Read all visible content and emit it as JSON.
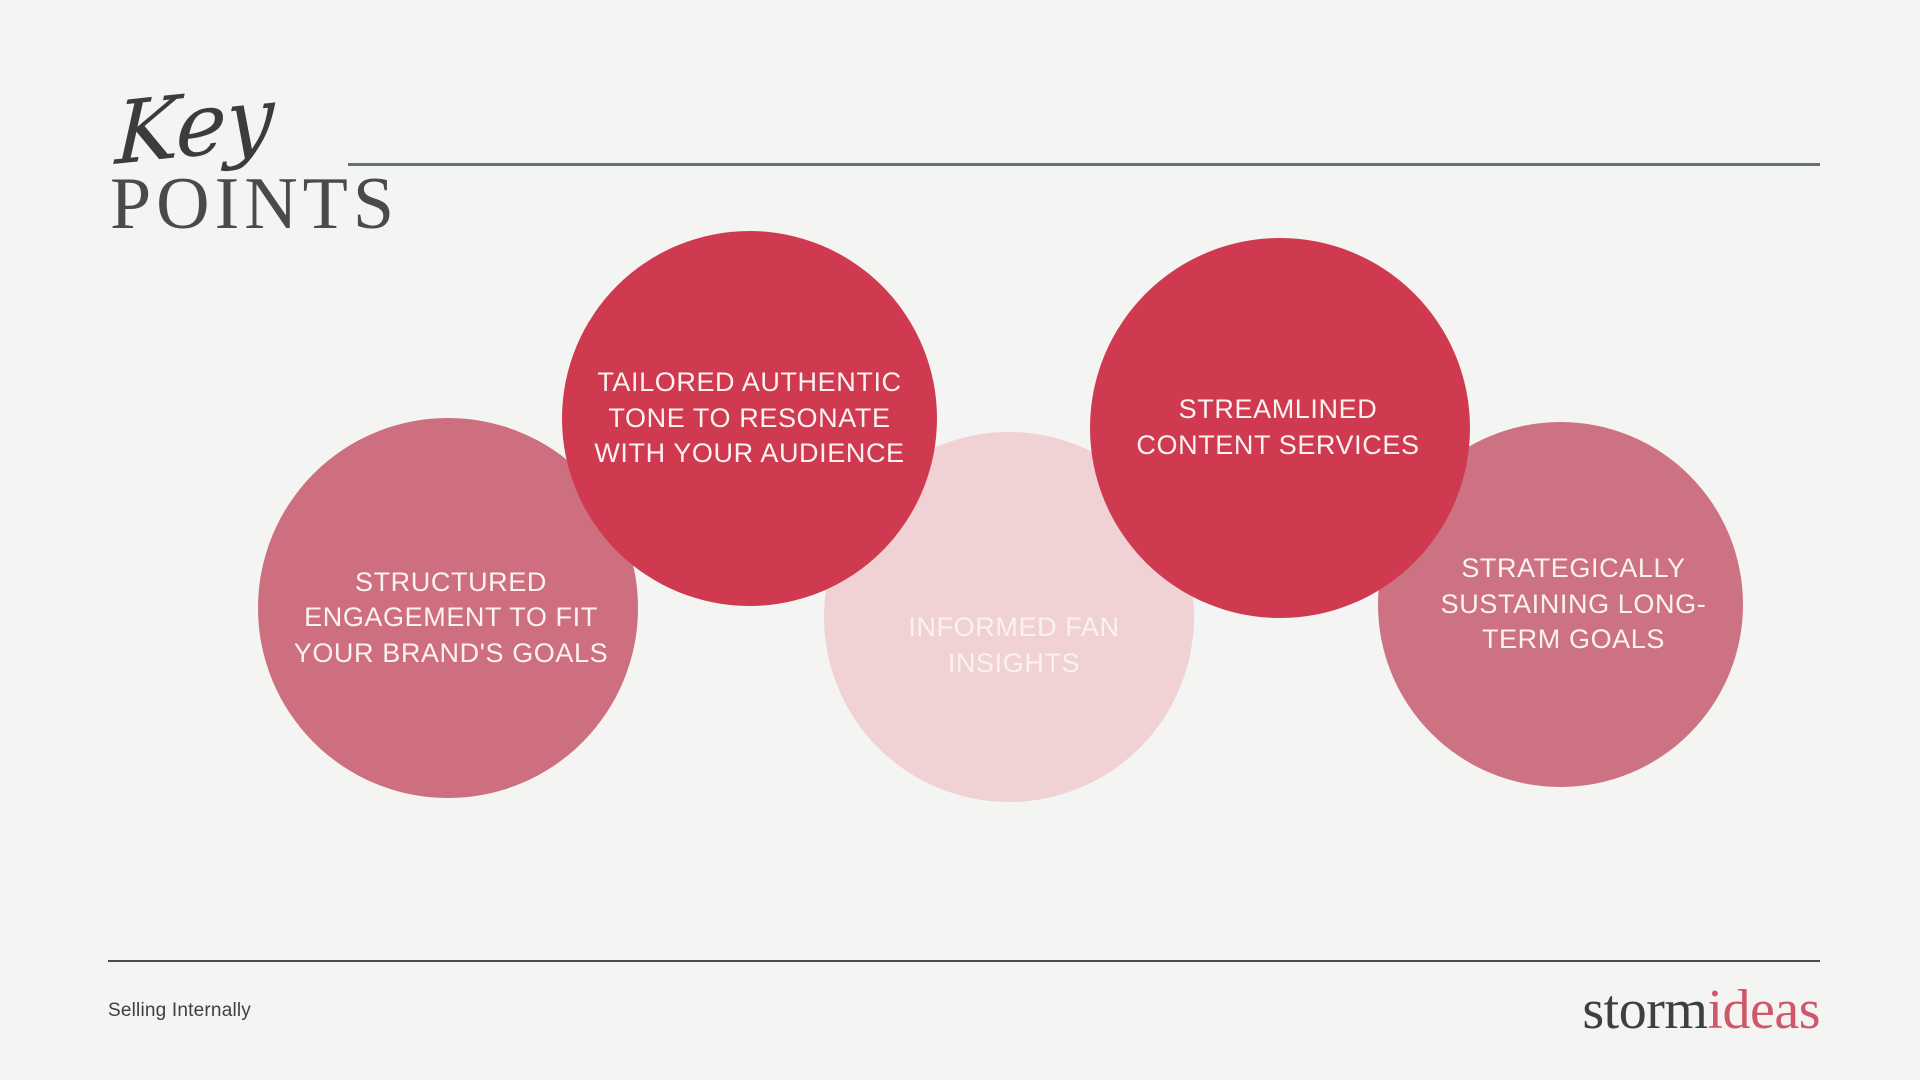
{
  "slide": {
    "background_color": "#f4f4f3",
    "title": {
      "script_word": "Key",
      "main_word": "POINTS"
    },
    "rule_color": "#5f747a"
  },
  "bubbles": [
    {
      "id": "bubble-1",
      "text": "STRUCTURED ENGAGEMENT TO FIT YOUR BRAND'S GOALS",
      "color": "#cd6f7e",
      "text_color": "#fdf2f2"
    },
    {
      "id": "bubble-2",
      "text": "TAILORED AUTHENTIC TONE TO RESONATE WITH YOUR AUDIENCE",
      "color": "#cf3a50",
      "text_color": "#fdf2f2"
    },
    {
      "id": "bubble-3",
      "text": "INFORMED FAN INSIGHTS",
      "color": "#f0d2d4",
      "text_color": "#fbf1f1"
    },
    {
      "id": "bubble-4",
      "text": "STREAMLINED CONTENT SERVICES",
      "color": "#cf3a50",
      "text_color": "#fdf2f2"
    },
    {
      "id": "bubble-5",
      "text": "STRATEGICALLY SUSTAINING LONG-TERM GOALS",
      "color": "#cd7282",
      "text_color": "#fdf2f2"
    }
  ],
  "footer": {
    "label": "Selling Internally",
    "logo": {
      "part_one": "storm",
      "part_two": "ideas",
      "part_one_color": "#3f3f3f",
      "part_two_color": "#d0566b"
    },
    "rule_color": "#4a4a4a"
  }
}
